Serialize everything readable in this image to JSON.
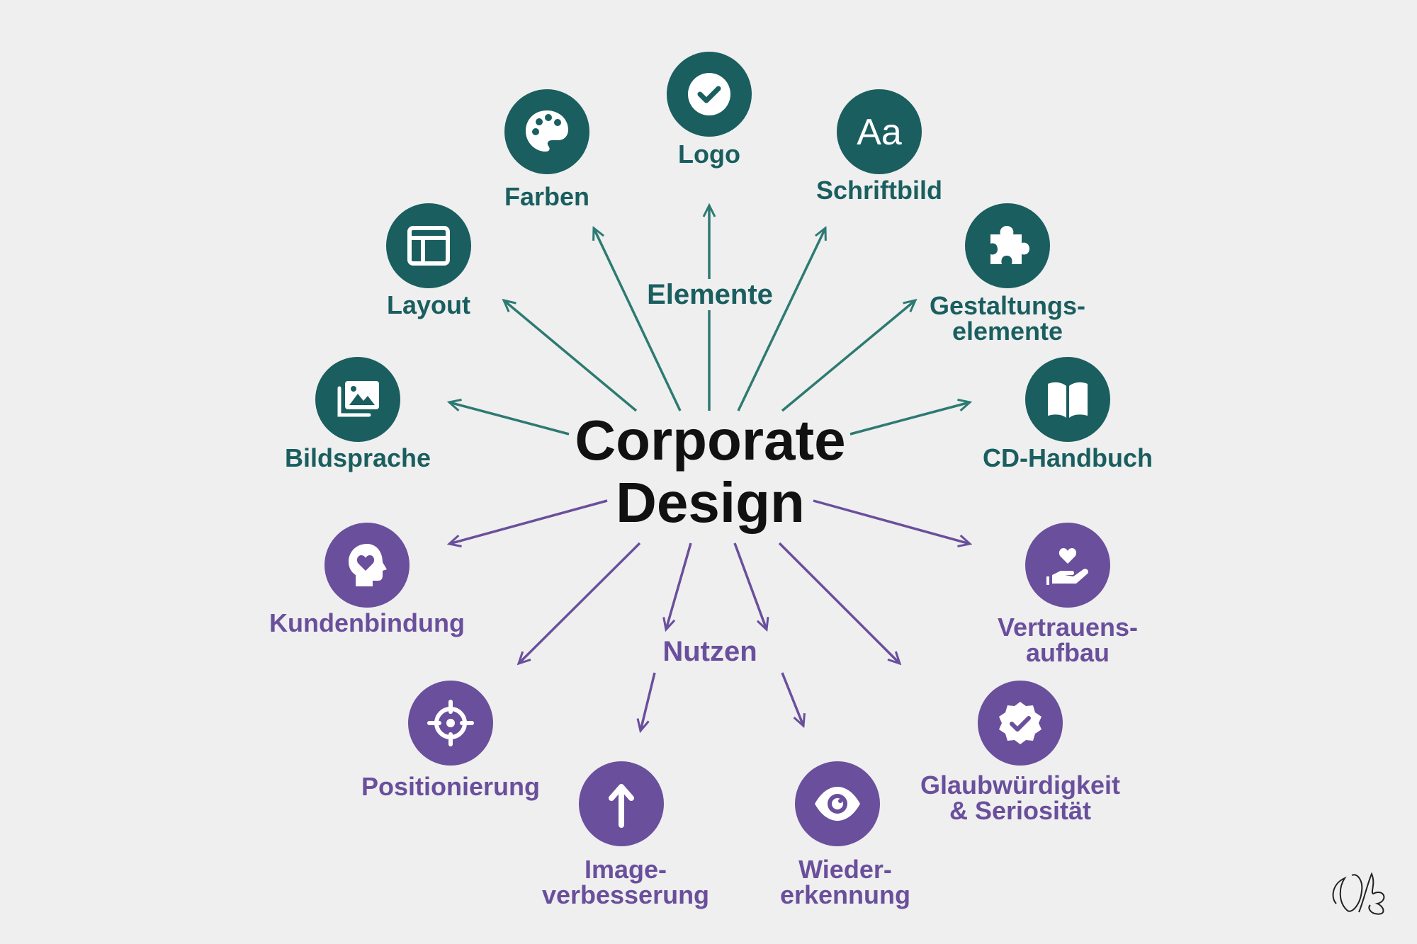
{
  "center": {
    "title": "Corporate\nDesign"
  },
  "groups": {
    "elements": {
      "label": "Elemente",
      "color": "#1a5e5f"
    },
    "benefits": {
      "label": "Nutzen",
      "color": "#6a4f9c"
    }
  },
  "elements": [
    {
      "label": "Logo",
      "icon": "check-circle-icon"
    },
    {
      "label": "Farben",
      "icon": "palette-icon"
    },
    {
      "label": "Schriftbild",
      "icon": "typography-icon"
    },
    {
      "label": "Layout",
      "icon": "layout-icon"
    },
    {
      "label": "Gestaltungs-\nelemente",
      "icon": "puzzle-icon"
    },
    {
      "label": "Bildsprache",
      "icon": "image-gallery-icon"
    },
    {
      "label": "CD-Handbuch",
      "icon": "book-icon"
    }
  ],
  "benefits": [
    {
      "label": "Kundenbindung",
      "icon": "head-heart-icon"
    },
    {
      "label": "Vertrauens-\naufbau",
      "icon": "hand-heart-icon"
    },
    {
      "label": "Positionierung",
      "icon": "target-icon"
    },
    {
      "label": "Glaubwürdigkeit\n& Seriosität",
      "icon": "verified-badge-icon"
    },
    {
      "label": "Image-\nverbesserung",
      "icon": "arrow-up-icon"
    },
    {
      "label": "Wieder-\nerkennung",
      "icon": "eye-icon"
    }
  ]
}
